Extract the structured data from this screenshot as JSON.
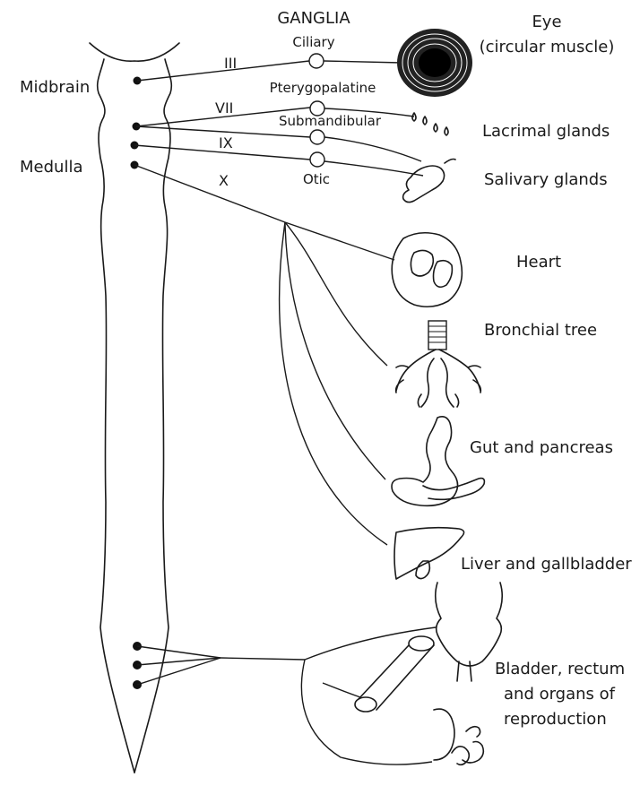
{
  "header": {
    "title": "GANGLIA"
  },
  "cord": {
    "midbrain": "Midbrain",
    "medulla": "Medulla"
  },
  "nerves": {
    "iii": "III",
    "vii": "VII",
    "ix": "IX",
    "x": "X"
  },
  "ganglia": {
    "ciliary": "Ciliary",
    "pterygopalatine": "Pterygopalatine",
    "submandibular": "Submandibular",
    "otic": "Otic"
  },
  "organs": {
    "eye": "Eye",
    "eye_sub": "(circular muscle)",
    "lacrimal": "Lacrimal glands",
    "salivary": "Salivary glands",
    "heart": "Heart",
    "bronchial": "Bronchial tree",
    "gut": "Gut and pancreas",
    "liver": "Liver and gallbladder",
    "pelvic_1": "Bladder, rectum",
    "pelvic_2": "and organs of",
    "pelvic_3": "reproduction"
  }
}
